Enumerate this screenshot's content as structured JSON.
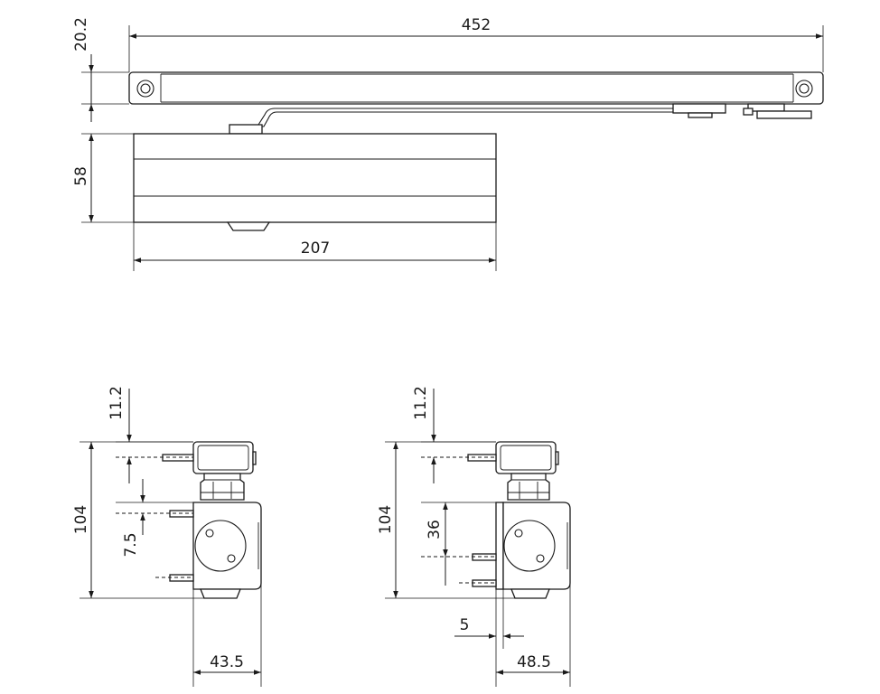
{
  "diagram": {
    "subject": "overhead door closer with slide arm - dimensional drawing",
    "units": "mm",
    "line_color": "#1a1a1a",
    "background": "#ffffff",
    "views": {
      "front": {
        "dimensions": {
          "arm_length": "452",
          "arm_height": "20.2",
          "body_height": "58",
          "body_length": "207"
        }
      },
      "side_left": {
        "dimensions": {
          "arm_offset": "11.2",
          "total_height": "104",
          "axle_offset": "7.5",
          "depth": "43.5"
        }
      },
      "side_right": {
        "dimensions": {
          "arm_offset": "11.2",
          "total_height": "104",
          "plate_height": "36",
          "plate_thickness": "5",
          "depth": "48.5"
        }
      }
    }
  }
}
